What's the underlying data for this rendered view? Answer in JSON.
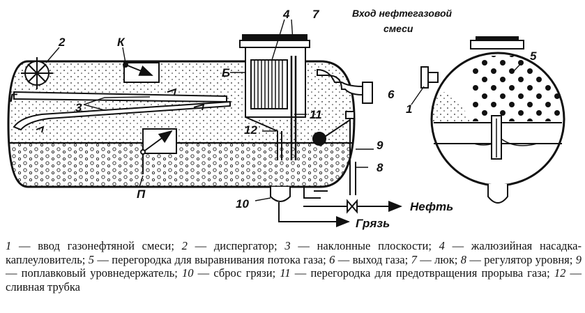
{
  "labels": {
    "l1": "1",
    "l2": "2",
    "l3": "3",
    "l4": "4",
    "l5": "5",
    "l6": "6",
    "l7": "7",
    "l8": "8",
    "l9": "9",
    "l10": "10",
    "l11": "11",
    "l12": "12",
    "lK": "К",
    "lG": "Г",
    "lB": "Б",
    "lP": "П",
    "inlet_line1": "Вход нефтегазовой",
    "inlet_line2": "смеси",
    "oil": "Нефть",
    "dirt": "Грязь"
  },
  "caption": {
    "items": [
      {
        "num": "1",
        "text": " — ввод газонефтяной смеси; "
      },
      {
        "num": "2",
        "text": " — диспергатор; "
      },
      {
        "num": "3",
        "text": " — наклонные плоскости; "
      },
      {
        "num": "4",
        "text": " — жалюзийная насадка-каплеуловитель; "
      },
      {
        "num": "5",
        "text": " — перегородка для выравнивания потока газа; "
      },
      {
        "num": "6",
        "text": " — выход газа; "
      },
      {
        "num": "7",
        "text": " — люк; "
      },
      {
        "num": "8",
        "text": " — регулятор уровня; "
      },
      {
        "num": "9",
        "text": " — поплавковый уровнедержатель; "
      },
      {
        "num": "10",
        "text": " — сброс грязи; "
      },
      {
        "num": "11",
        "text": " — перегородка для предотвращения прорыва газа; "
      },
      {
        "num": "12",
        "text": " — сливная трубка"
      }
    ]
  }
}
